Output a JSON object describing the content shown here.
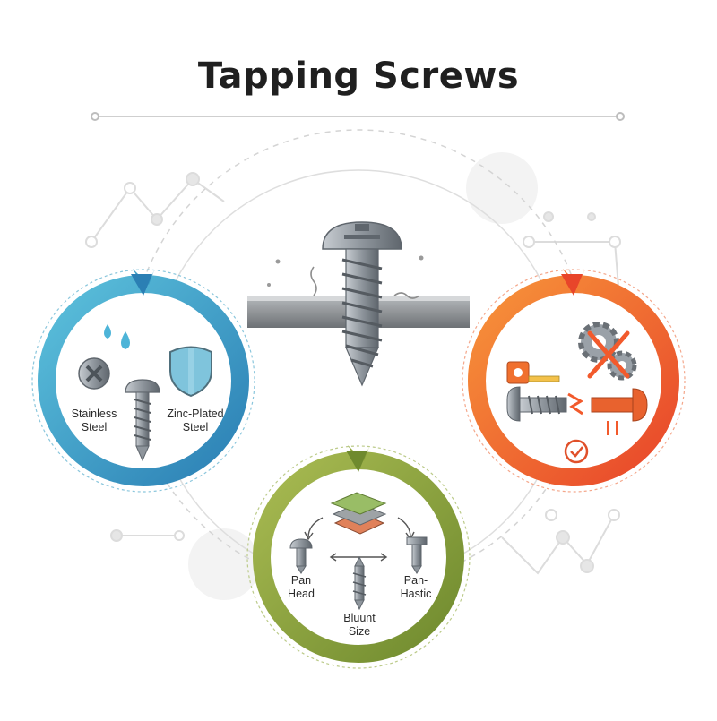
{
  "title": "Tapping Screws",
  "materials": {
    "stainless": [
      "Stainless",
      "Steel"
    ],
    "zinc": [
      "Zinc-Plated",
      "Steel"
    ]
  },
  "types": {
    "pan_head": [
      "Pan",
      "Head"
    ],
    "pan_hastic": [
      "Pan-",
      "Hastic"
    ],
    "blunt": [
      "Bluunt",
      "Size"
    ]
  },
  "colors": {
    "materials_ring": "#3a9cc4",
    "types_ring": "#8fa63c",
    "uses_ring": "#ef5a2c",
    "screw": "#9aa1a8",
    "check": "#e0502a"
  }
}
